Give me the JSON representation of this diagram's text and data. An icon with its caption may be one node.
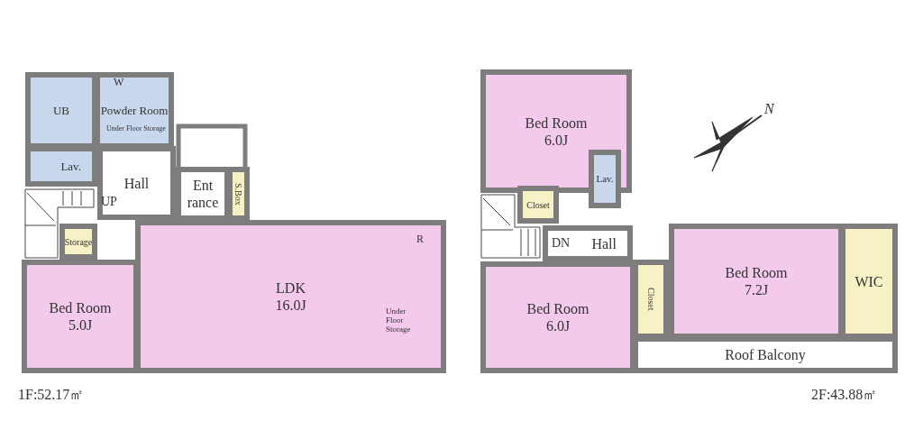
{
  "diagram": {
    "nodes": [
      {
        "text": [
          "UB"
        ]
      },
      {
        "text": [
          "Powder Room"
        ]
      },
      {
        "text": [
          "Lav."
        ]
      },
      {
        "text": [
          "Hall"
        ]
      },
      {
        "text": [
          "Ent rance"
        ]
      },
      {
        "text": [
          "S.Box"
        ]
      },
      {
        "text": [
          "Storage"
        ]
      },
      {
        "text": [
          "Bed Room",
          "5.0J"
        ]
      },
      {
        "text": [
          "LDK",
          "16.0J"
        ]
      },
      {
        "text": [
          "Bed Room",
          "6.0J"
        ]
      },
      {
        "text": [
          "Closet"
        ]
      },
      {
        "text": [
          "Lav."
        ]
      },
      {
        "text": [
          "Hall"
        ]
      },
      {
        "text": [
          "Bed Room",
          "6.0J"
        ]
      },
      {
        "text": [
          "Closet"
        ]
      },
      {
        "text": [
          "Bed Room",
          "7.2J"
        ]
      },
      {
        "text": [
          "WIC"
        ]
      },
      {
        "text": [
          "Roof Balcony"
        ]
      }
    ],
    "edges": [],
    "labels": [
      "W",
      "Under Floor Storage",
      "UP",
      "R",
      "Under Floor Storage",
      "DN",
      "N",
      "1F:52.17㎡",
      "2F:43.88㎡"
    ]
  }
}
